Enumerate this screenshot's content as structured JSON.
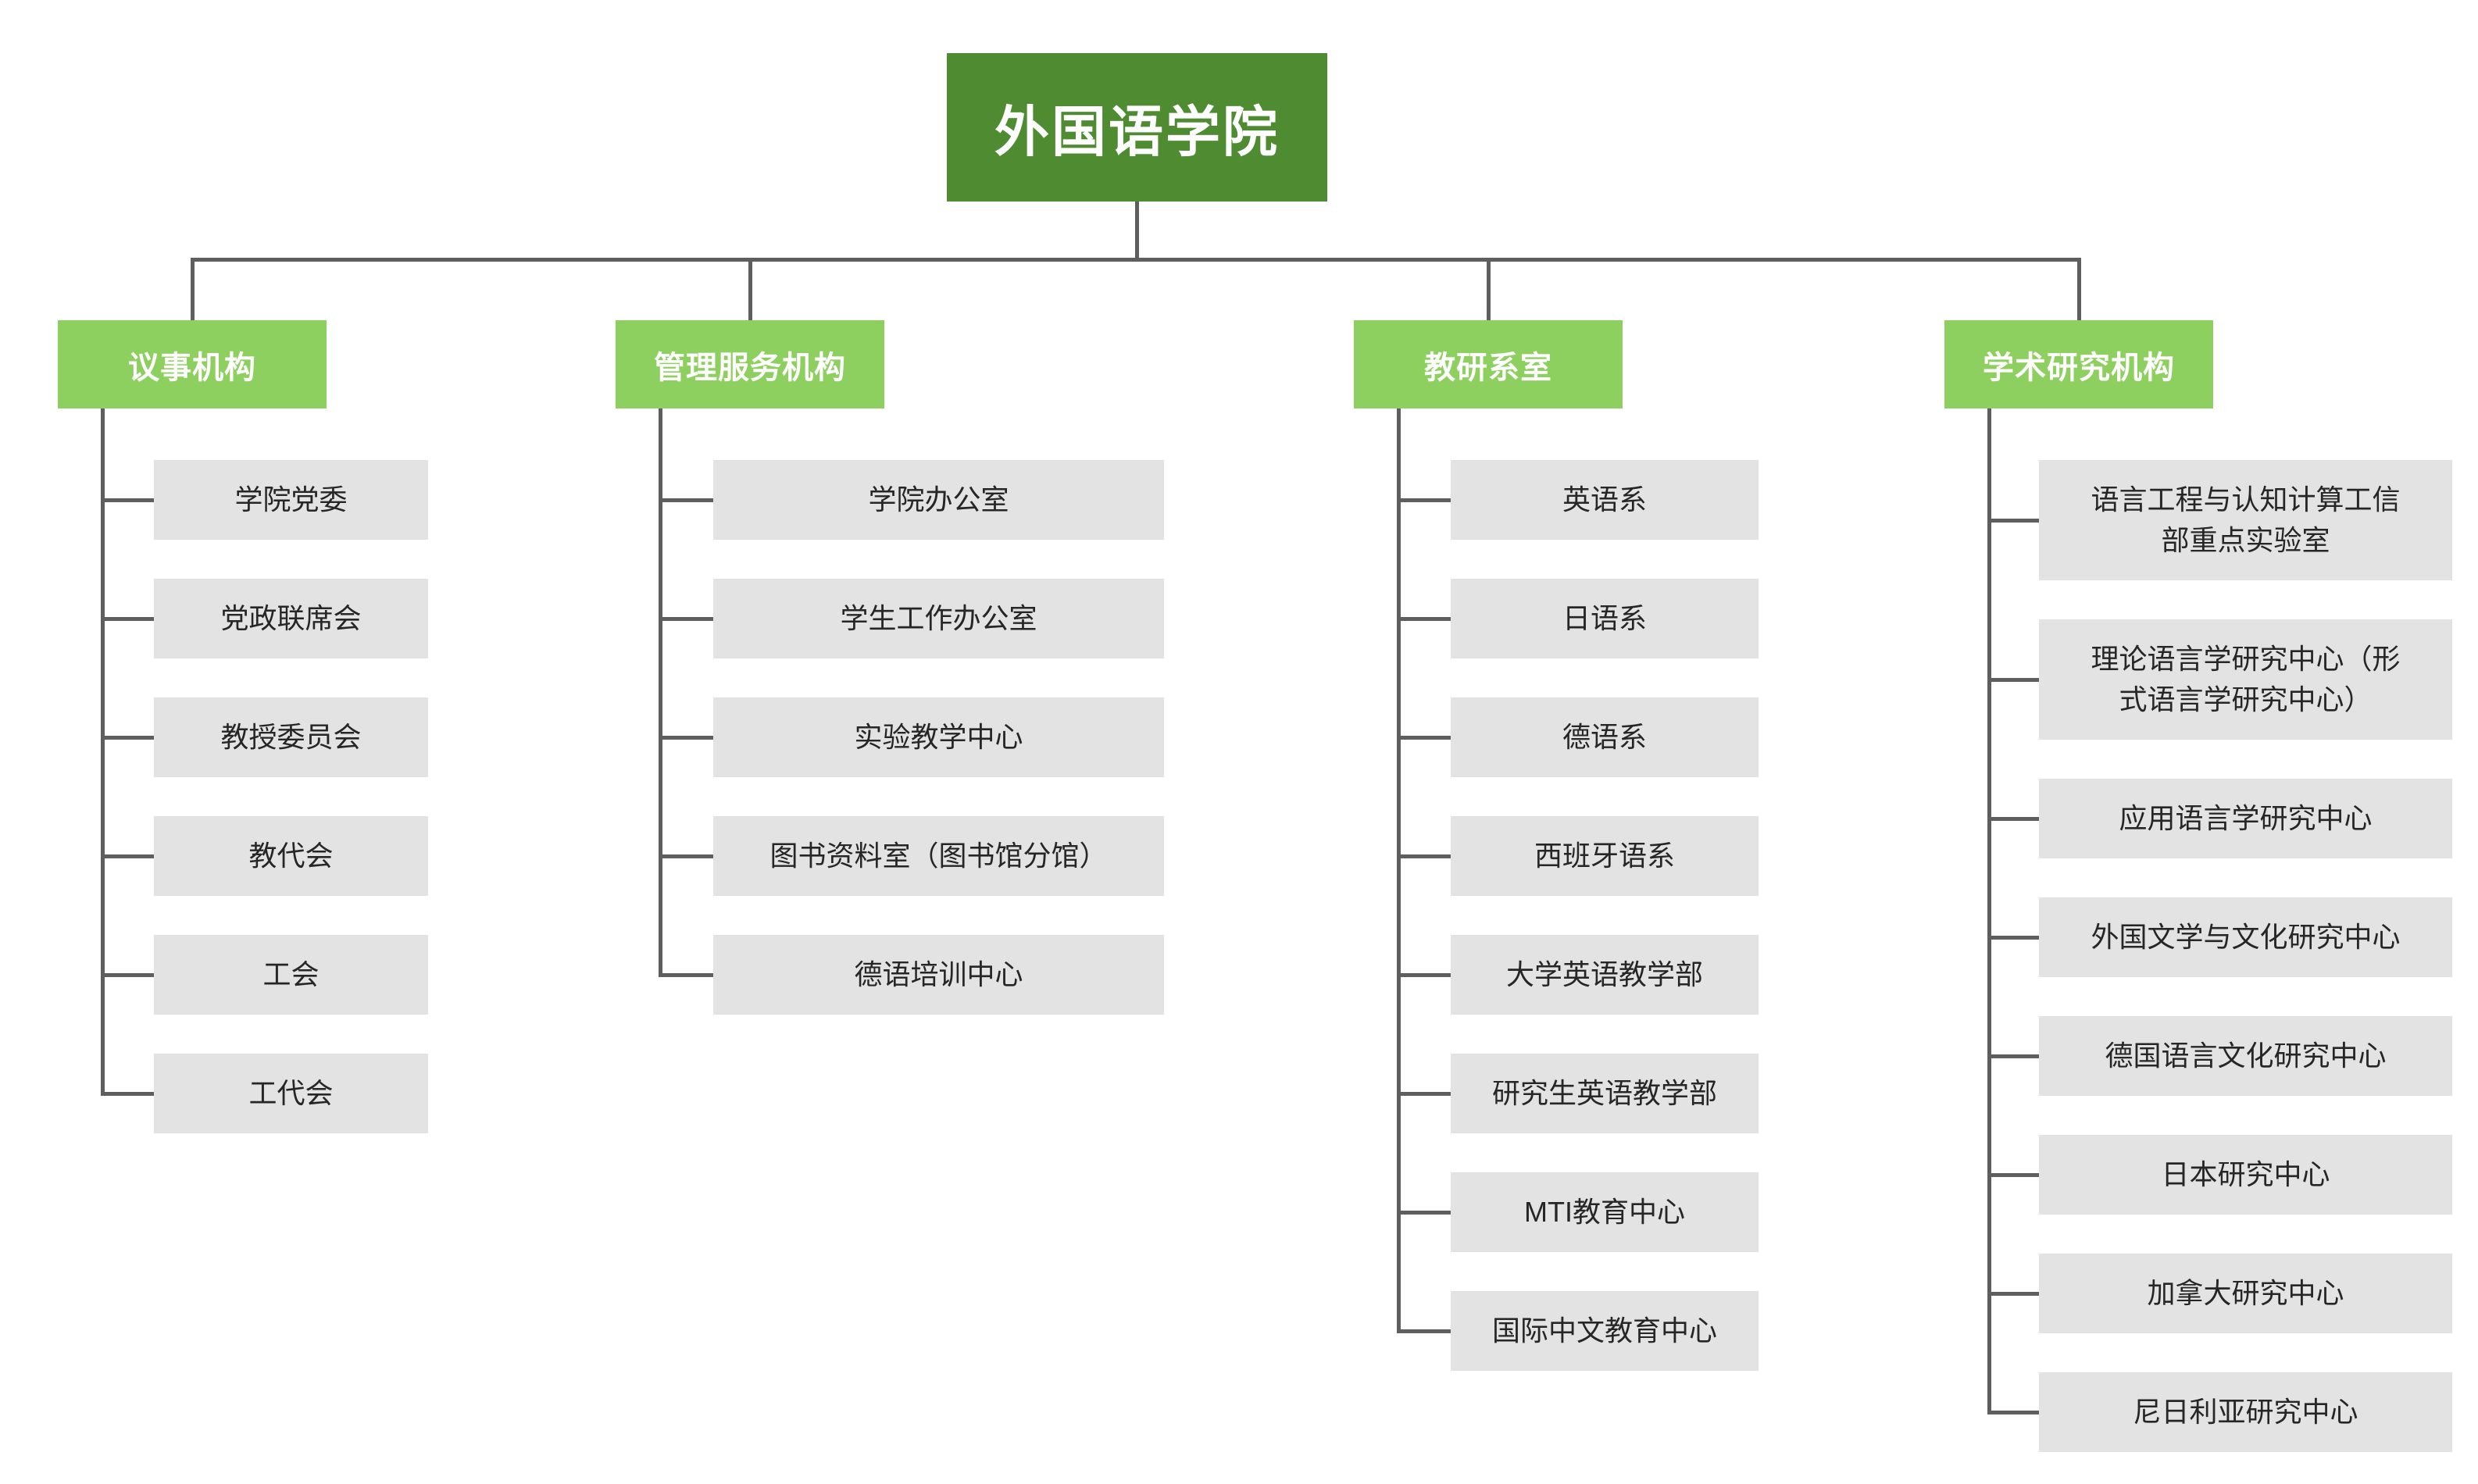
{
  "chart": {
    "root": {
      "label": "外国语学院"
    },
    "columns": [
      {
        "label": "议事机构",
        "children": [
          {
            "label": "学院党委"
          },
          {
            "label": "党政联席会"
          },
          {
            "label": "教授委员会"
          },
          {
            "label": "教代会"
          },
          {
            "label": "工会"
          },
          {
            "label": "工代会"
          }
        ]
      },
      {
        "label": "管理服务机构",
        "children": [
          {
            "label": "学院办公室"
          },
          {
            "label": "学生工作办公室"
          },
          {
            "label": "实验教学中心"
          },
          {
            "label": "图书资料室（图书馆分馆）"
          },
          {
            "label": "德语培训中心"
          }
        ]
      },
      {
        "label": "教研系室",
        "children": [
          {
            "label": "英语系"
          },
          {
            "label": "日语系"
          },
          {
            "label": "德语系"
          },
          {
            "label": "西班牙语系"
          },
          {
            "label": "大学英语教学部"
          },
          {
            "label": "研究生英语教学部"
          },
          {
            "label": "MTI教育中心"
          },
          {
            "label": "国际中文教育中心"
          }
        ]
      },
      {
        "label": "学术研究机构",
        "children": [
          {
            "label": "语言工程与认知计算工信\n部重点实验室",
            "lines": 2
          },
          {
            "label": "理论语言学研究中心（形\n式语言学研究中心）",
            "lines": 2
          },
          {
            "label": "应用语言学研究中心"
          },
          {
            "label": "外国文学与文化研究中心"
          },
          {
            "label": "德国语言文化研究中心"
          },
          {
            "label": "日本研究中心"
          },
          {
            "label": "加拿大研究中心"
          },
          {
            "label": "尼日利亚研究中心"
          }
        ]
      }
    ]
  },
  "colors": {
    "root_bg": "#4e8b31",
    "category_bg": "#8ed05f",
    "child_bg": "#e3e3e3",
    "line": "#5e5e5e",
    "root_text": "#ffffff",
    "category_text": "#ffffff",
    "child_text": "#262626"
  }
}
